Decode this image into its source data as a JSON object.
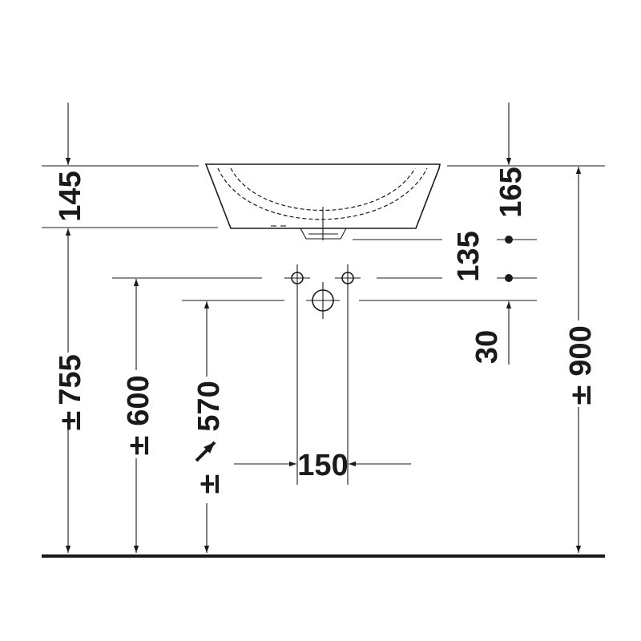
{
  "dimensions": {
    "bowl_height": "145",
    "overflow_height": "165",
    "valve_spacing_vertical": "135",
    "valve_offset": "30",
    "top_height": "900",
    "bowl_base_height": "755",
    "supply_height": "600",
    "waste_height": "570",
    "valve_spacing_horizontal": "150"
  },
  "tolerance_symbol": "±",
  "colors": {
    "line": "#1a1a1a",
    "background": "#ffffff"
  }
}
